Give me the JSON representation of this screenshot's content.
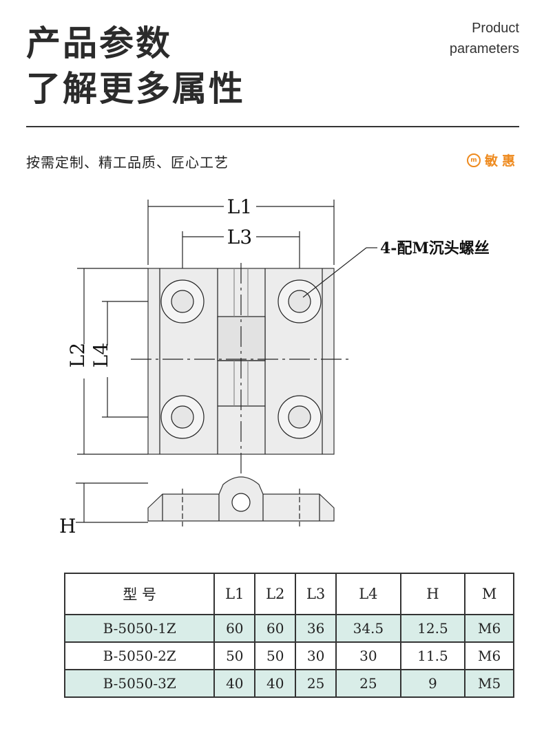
{
  "header": {
    "title_line1": "产品参数",
    "title_line2": "了解更多属性",
    "en_line1": "Product",
    "en_line2": "parameters"
  },
  "slogan": "按需定制、精工品质、匠心工艺",
  "brand": {
    "logo_icon": "brand-logo-icon",
    "name": "敏惠",
    "color": "#ee8a1e"
  },
  "drawing": {
    "L1": "L1",
    "L3": "L3",
    "L2": "L2",
    "L4": "L4",
    "H": "H",
    "callout": "4-配M沉头螺丝"
  },
  "table": {
    "headers": [
      "型 号",
      "L1",
      "L2",
      "L3",
      "L4",
      "H",
      "M"
    ],
    "rows": [
      [
        "B-5050-1Z",
        "60",
        "60",
        "36",
        "34.5",
        "12.5",
        "M6"
      ],
      [
        "B-5050-2Z",
        "50",
        "50",
        "30",
        "30",
        "11.5",
        "M6"
      ],
      [
        "B-5050-3Z",
        "40",
        "40",
        "25",
        "25",
        "9",
        "M5"
      ]
    ],
    "shade_color": "#d9ede8"
  }
}
